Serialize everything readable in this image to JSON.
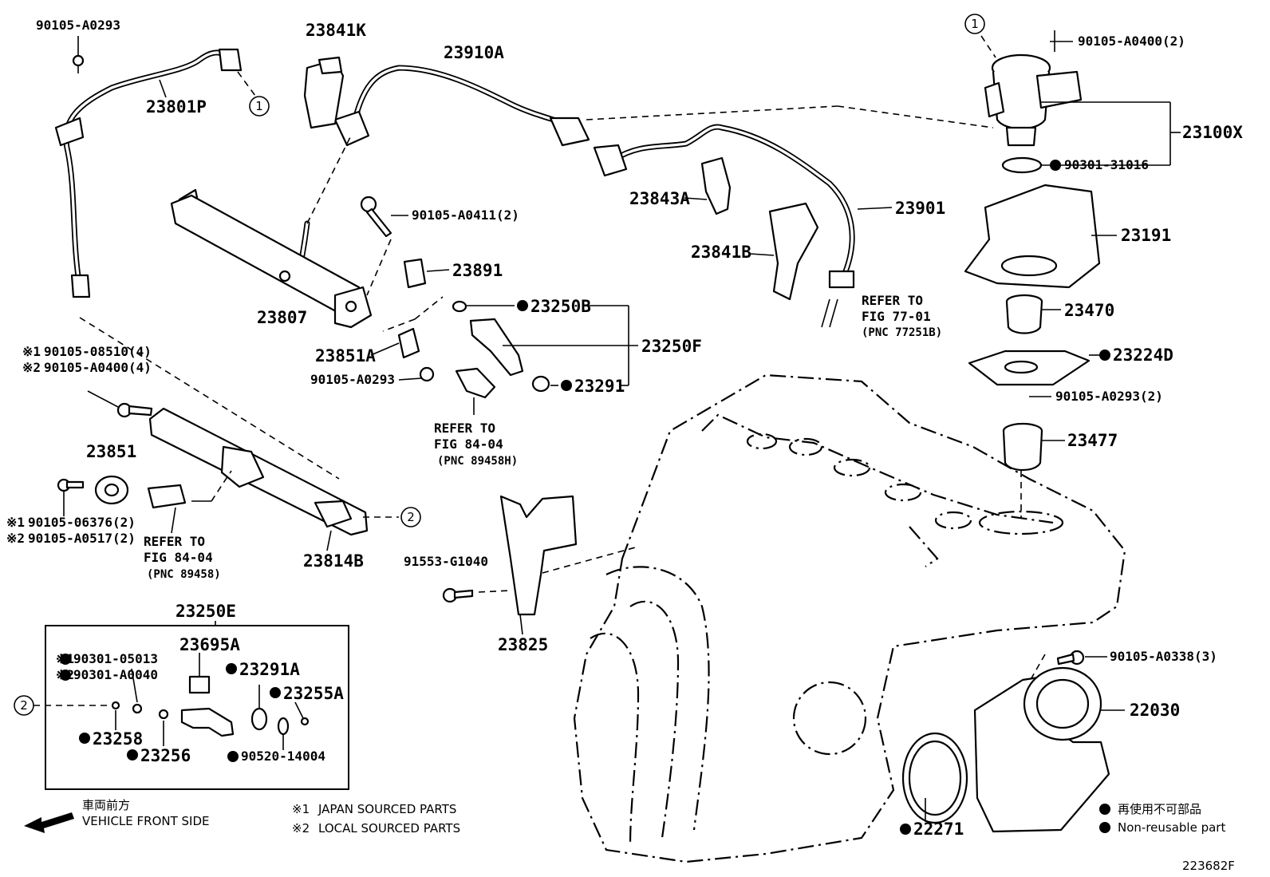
{
  "labels": {
    "p90105_A0293_top": "90105-A0293",
    "p23841K": "23841K",
    "p23910A": "23910A",
    "p90105_A0400_2": "90105-A0400(2)",
    "p23801P": "23801P",
    "p23100X": "23100X",
    "p90301_31016": "90301-31016",
    "p23843A": "23843A",
    "p23901": "23901",
    "p23191": "23191",
    "p90105_A0411_2": "90105-A0411(2)",
    "p23841B": "23841B",
    "p23891": "23891",
    "p23807": "23807",
    "p23250B": "23250B",
    "p23470": "23470",
    "p23250F": "23250F",
    "p23851A": "23851A",
    "p23224D": "23224D",
    "p90105_A0293_mid": "90105-A0293",
    "p23291": "23291",
    "p90105_A0293_2": "90105-A0293(2)",
    "p23477": "23477",
    "p23851": "23851",
    "p23814B": "23814B",
    "p91553_G1040": "91553-G1040",
    "p23825": "23825",
    "p23250E": "23250E",
    "p23695A": "23695A",
    "p90301_05013": "90301-05013",
    "p90301_A0040": "90301-A0040",
    "p23291A": "23291A",
    "p23255A": "23255A",
    "p23258": "23258",
    "p23256": "23256",
    "p90520_14004": "90520-14004",
    "p90105_A0338_3": "90105-A0338(3)",
    "p22030": "22030",
    "p22271": "22271",
    "p90105_08510_4": "90105-08510(4)",
    "p90105_A0400_4": "90105-A0400(4)",
    "p90105_06376_2": "90105-06376(2)",
    "p90105_A0517_2": "90105-A0517(2)"
  },
  "marks": {
    "japan": "※1",
    "local": "※2",
    "ref_circle_1": "1",
    "ref_circle_2": "2"
  },
  "references": {
    "ref_77_01": {
      "line1": "REFER TO",
      "line2": "FIG 77-01",
      "line3": "(PNC 77251B)"
    },
    "ref_84_04_a": {
      "line1": "REFER TO",
      "line2": "FIG 84-04",
      "line3": "(PNC 89458H)"
    },
    "ref_84_04_b": {
      "line1": "REFER TO",
      "line2": "FIG 84-04",
      "line3": "(PNC 89458)"
    }
  },
  "legend": {
    "vehicle_front_jp": "車両前方",
    "vehicle_front_en": "VEHICLE FRONT SIDE",
    "japan_sourced": "JAPAN SOURCED PARTS",
    "local_sourced": "LOCAL SOURCED PARTS",
    "non_reusable_jp": "再使用不可部品",
    "non_reusable_en": "Non-reusable part"
  },
  "figure_id": "223682F"
}
